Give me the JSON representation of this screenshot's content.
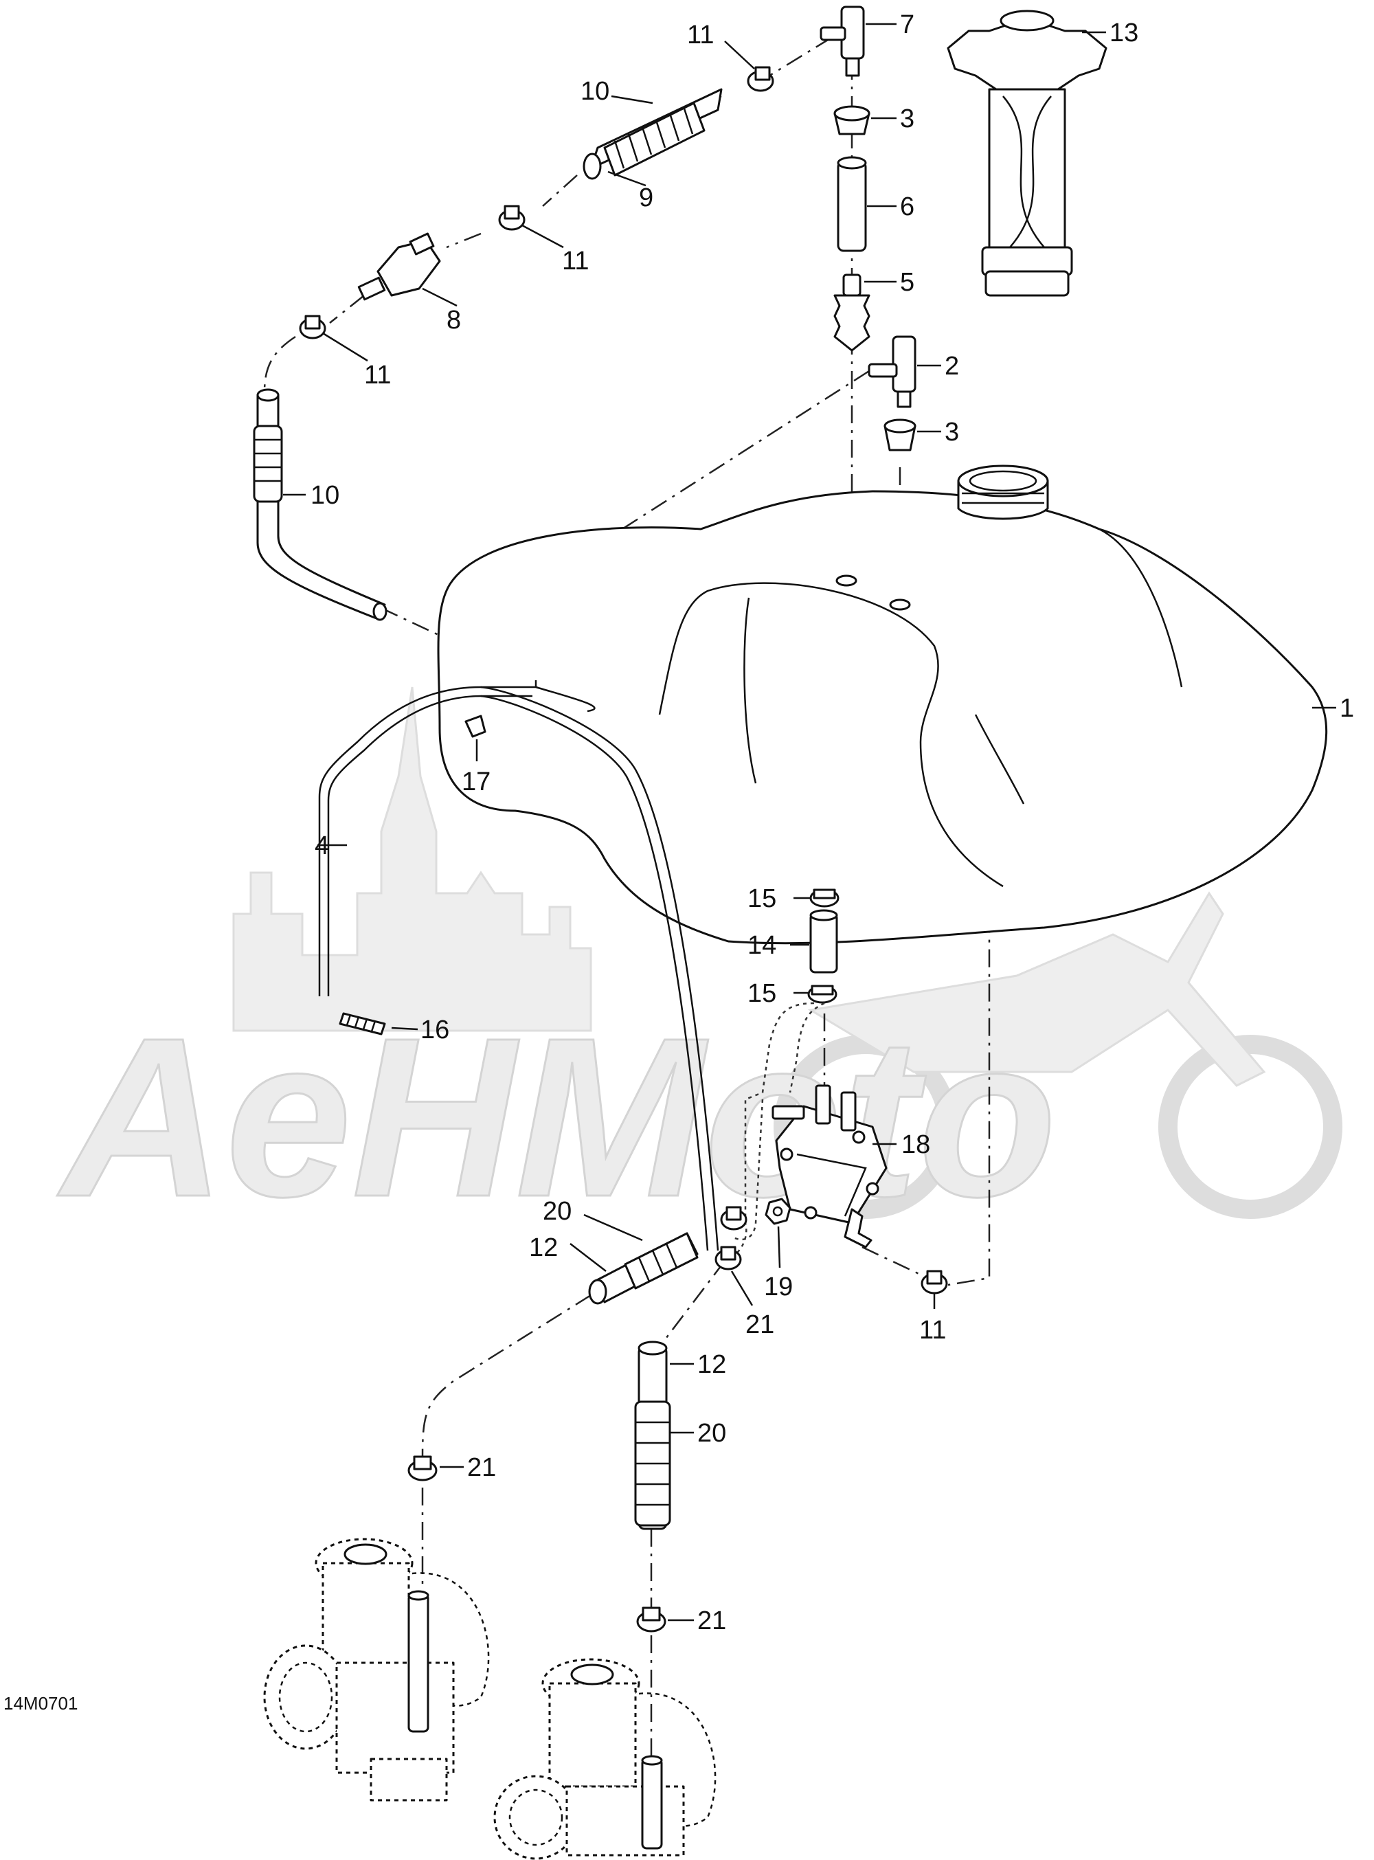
{
  "diagram_code": "14M0701",
  "watermark": {
    "text": "AeHMoto",
    "shape": "city-skyline-and-motorcycle"
  },
  "callouts": {
    "p1": "1",
    "p2": "2",
    "p3a": "3",
    "p3b": "3",
    "p4": "4",
    "p5": "5",
    "p6": "6",
    "p7": "7",
    "p8": "8",
    "p9": "9",
    "p10a": "10",
    "p10b": "10",
    "p11a": "11",
    "p11b": "11",
    "p11c": "11",
    "p11d": "11",
    "p12a": "12",
    "p12b": "12",
    "p13": "13",
    "p14": "14",
    "p15a": "15",
    "p15b": "15",
    "p16": "16",
    "p17": "17",
    "p18": "18",
    "p19": "19",
    "p20a": "20",
    "p20b": "20",
    "p21a": "21",
    "p21b": "21",
    "p21c": "21"
  },
  "colors": {
    "line": "#111111",
    "background": "#ffffff",
    "watermark": "#e6e6e6"
  }
}
